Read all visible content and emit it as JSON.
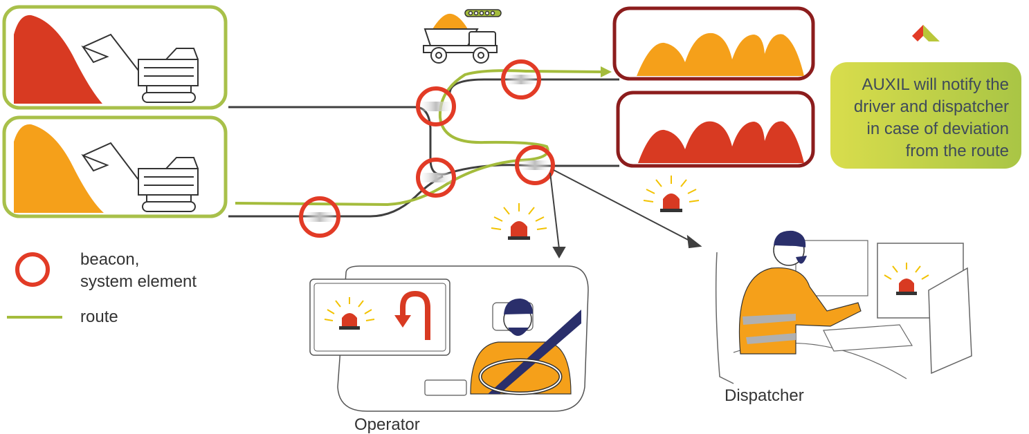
{
  "callout": {
    "lines": [
      "AUXIL will notify the",
      "driver and dispatcher",
      "in case of deviation",
      "from the route"
    ]
  },
  "legend": {
    "beacon_line1": "beacon,",
    "beacon_line2": "system element",
    "route": "route"
  },
  "captions": {
    "operator": "Operator",
    "dispatcher": "Dispatcher"
  },
  "colors": {
    "route": "#a4bc3c",
    "beacon": "#e23b26",
    "road": "#3f3f3f",
    "box_green": "#a8c04a",
    "box_maroon": "#8c1d1d",
    "ore_orange": "#f5a01a",
    "ore_red": "#d83a22",
    "callout_bg": "#cbd85b"
  }
}
